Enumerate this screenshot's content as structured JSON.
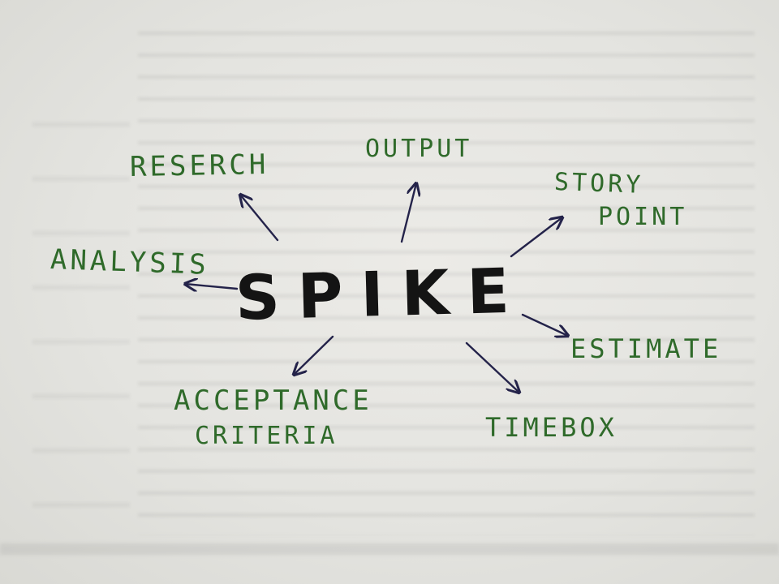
{
  "center": {
    "text": "SPIKE"
  },
  "labels": {
    "research": "RESERCH",
    "output": "OUTPUT",
    "story_point_line1": "STORY",
    "story_point_line2": "POINT",
    "analysis": "ANALYSIS",
    "estimate": "ESTIMATE",
    "acceptance_line1": "ACCEPTANCE",
    "acceptance_line2": "CRITERIA",
    "timebox": "TIMEBOX"
  },
  "colors": {
    "center_ink": "#141414",
    "label_ink": "#2f6a2a",
    "arrow_ink": "#24234a"
  }
}
